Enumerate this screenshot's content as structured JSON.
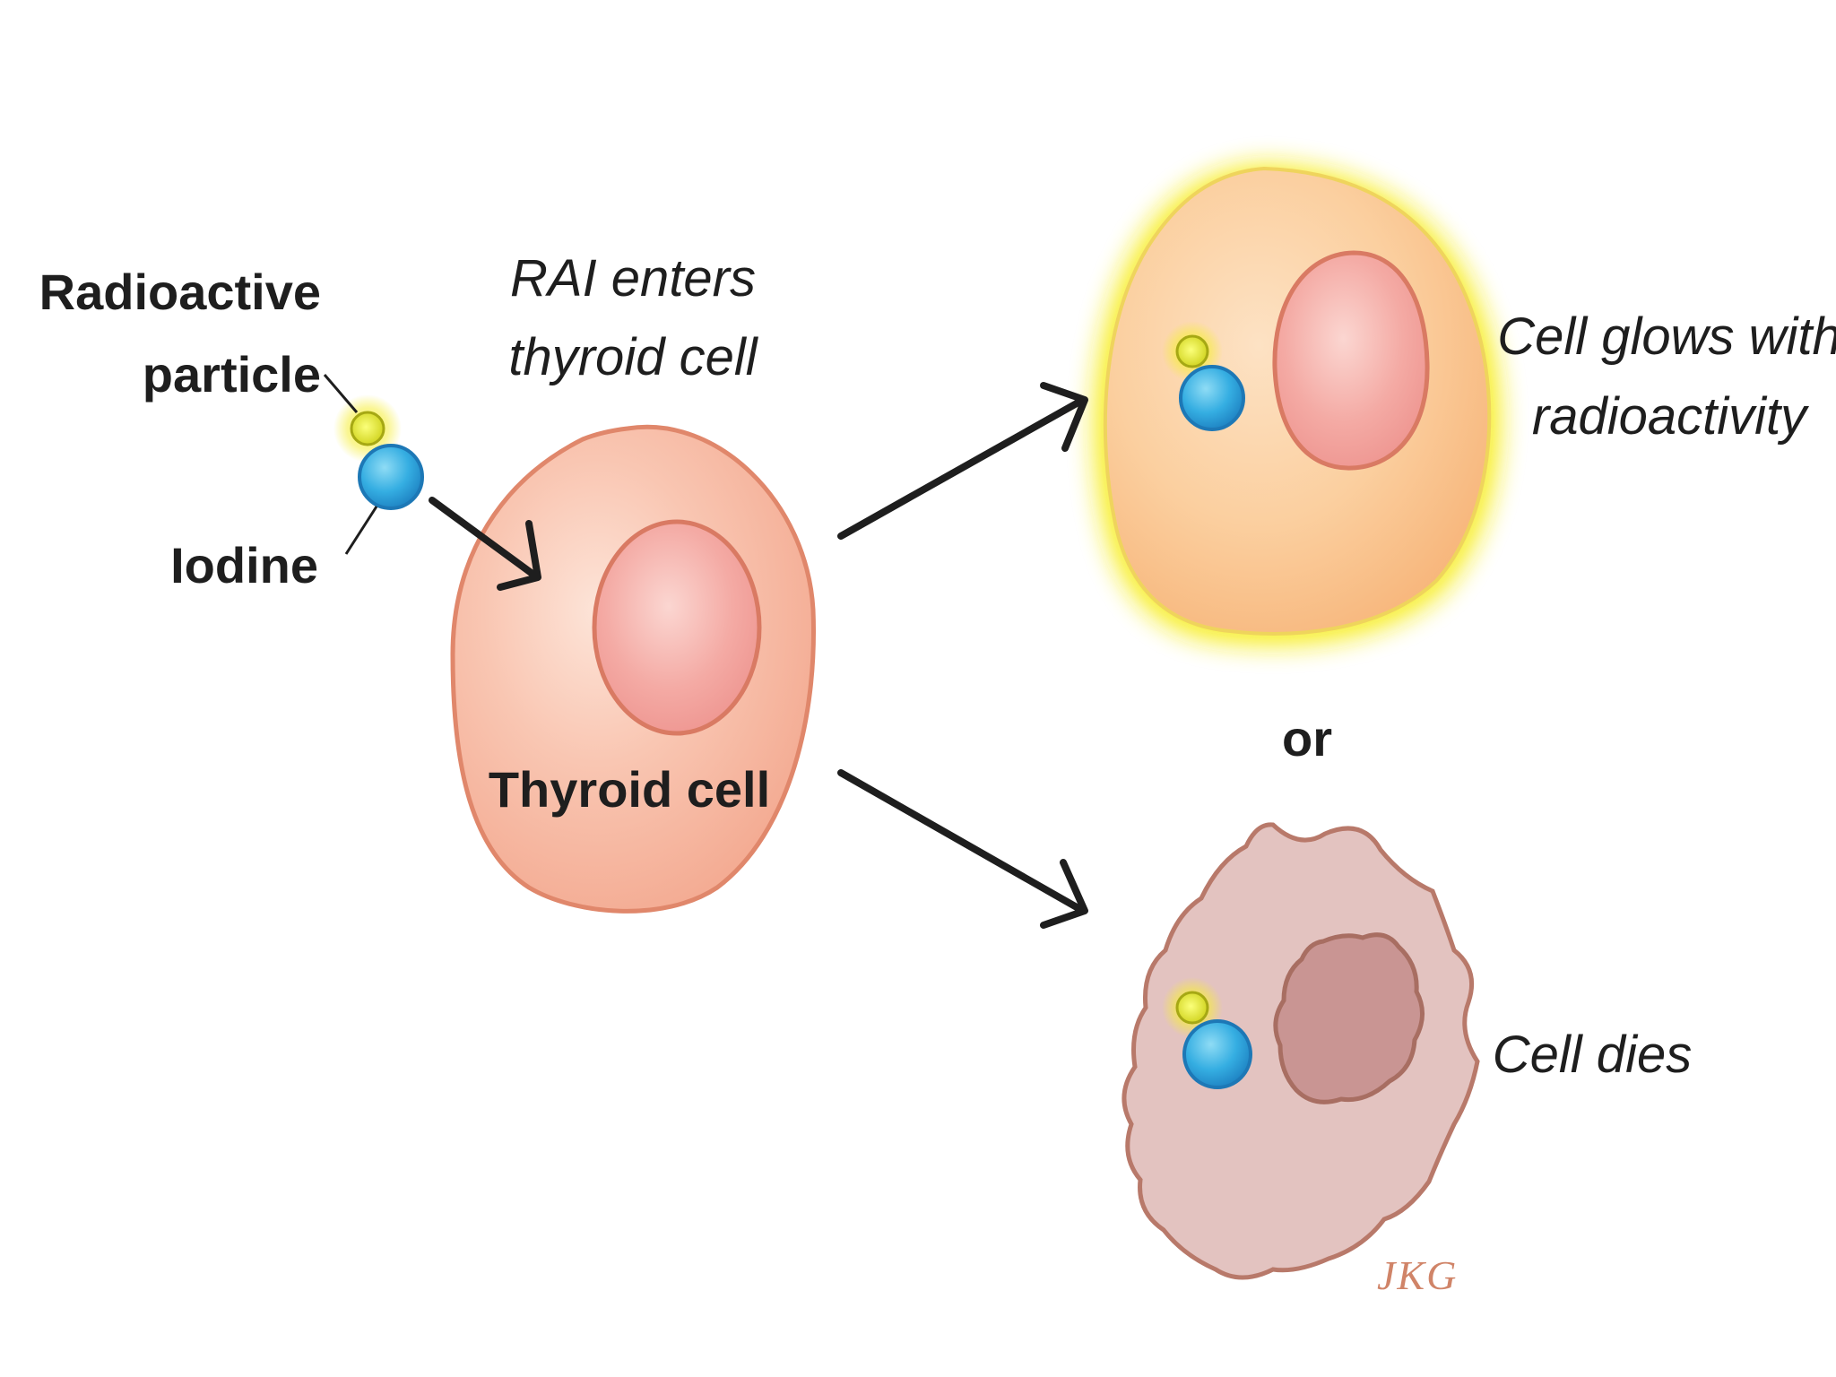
{
  "labels": {
    "radioactive_line1": "Radioactive",
    "radioactive_line2": "particle",
    "iodine": "Iodine",
    "rai_line1": "RAI enters",
    "rai_line2": "thyroid cell",
    "thyroid_cell": "Thyroid cell",
    "glows_line1": "Cell glows with",
    "glows_line2": "radioactivity",
    "or": "or",
    "dies": "Cell dies",
    "signature": "JKG"
  },
  "colors": {
    "cell_fill": "#f7b9a3",
    "cell_stroke": "#e08a6c",
    "nucleus_fill": "#f29d98",
    "glow_cell_fill": "#f9c596",
    "glow_halo": "#f6ec18",
    "dead_cell_fill": "#e3c3c0",
    "dead_cell_stroke": "#b8796a",
    "dead_nucleus_fill": "#c99593",
    "iodine_blue": "#2aa3db",
    "particle_yellow": "#dfe32a",
    "arrow": "#1e1e1e",
    "signature": "#d08468"
  }
}
